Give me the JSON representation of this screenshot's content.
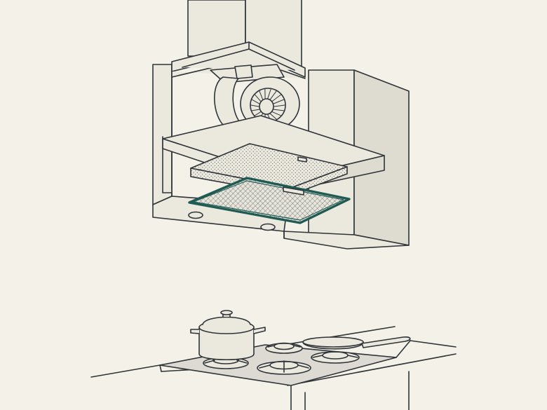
{
  "illustration": {
    "subject": "range-hood-exploded-view",
    "components": [
      "chimney-duct",
      "blower-fan",
      "hood-body",
      "charcoal-filter",
      "grease-mesh-filter",
      "hood-lights",
      "cabinet",
      "gas-cooktop",
      "stock-pot",
      "frying-pan",
      "countertop"
    ]
  },
  "colors": {
    "background": "#f4f1e9",
    "line": "#2e3438",
    "panel": "#ebe8de",
    "panel_shade": "#dedbd0",
    "highlight": "#1f5b52",
    "cooktop": "#dcdad2"
  }
}
